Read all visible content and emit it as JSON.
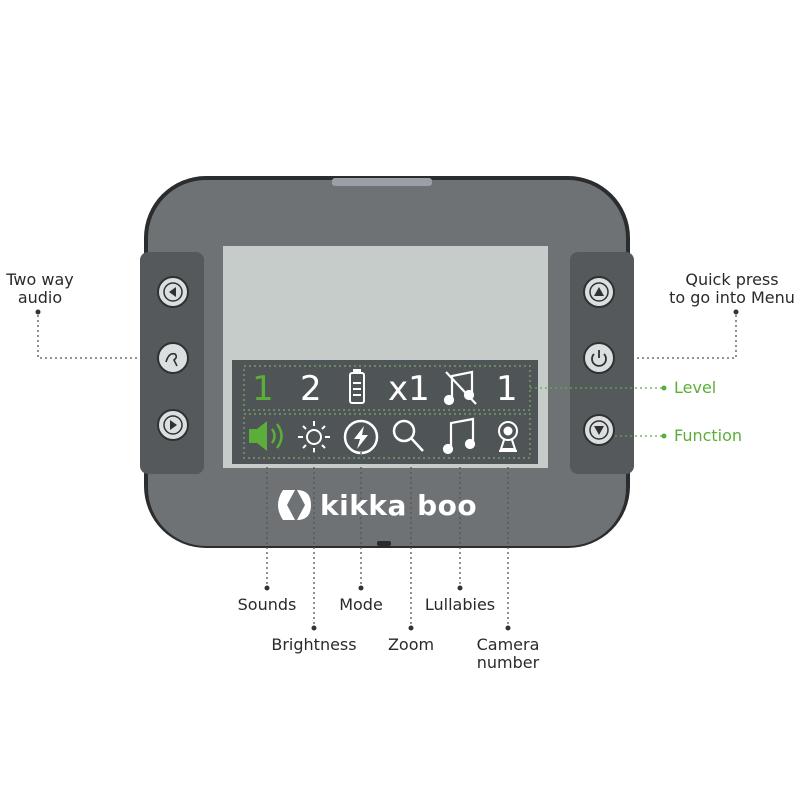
{
  "brand": {
    "name": "kikka boo"
  },
  "lcd": {
    "level_row": {
      "val1": "1",
      "val2": "2",
      "zoom": "x1",
      "val_last": "1"
    },
    "function_icons": [
      "speaker-icon",
      "sun-icon",
      "lightning-icon",
      "magnifier-icon",
      "music-note-icon",
      "camera-icon"
    ]
  },
  "labels": {
    "two_way_audio": "Two way\naudio",
    "quick_press": "Quick press\nto go into Menu",
    "level": "Level",
    "function": "Function",
    "sounds": "Sounds",
    "brightness": "Brightness",
    "mode": "Mode",
    "zoom": "Zoom",
    "lullabies": "Lullabies",
    "camera_number": "Camera\nnumber"
  },
  "colors": {
    "accent_green": "#5cae3a",
    "body_gray": "#6f7275",
    "screen": "#c6ccc9",
    "lcd_band": "#4f5456"
  }
}
